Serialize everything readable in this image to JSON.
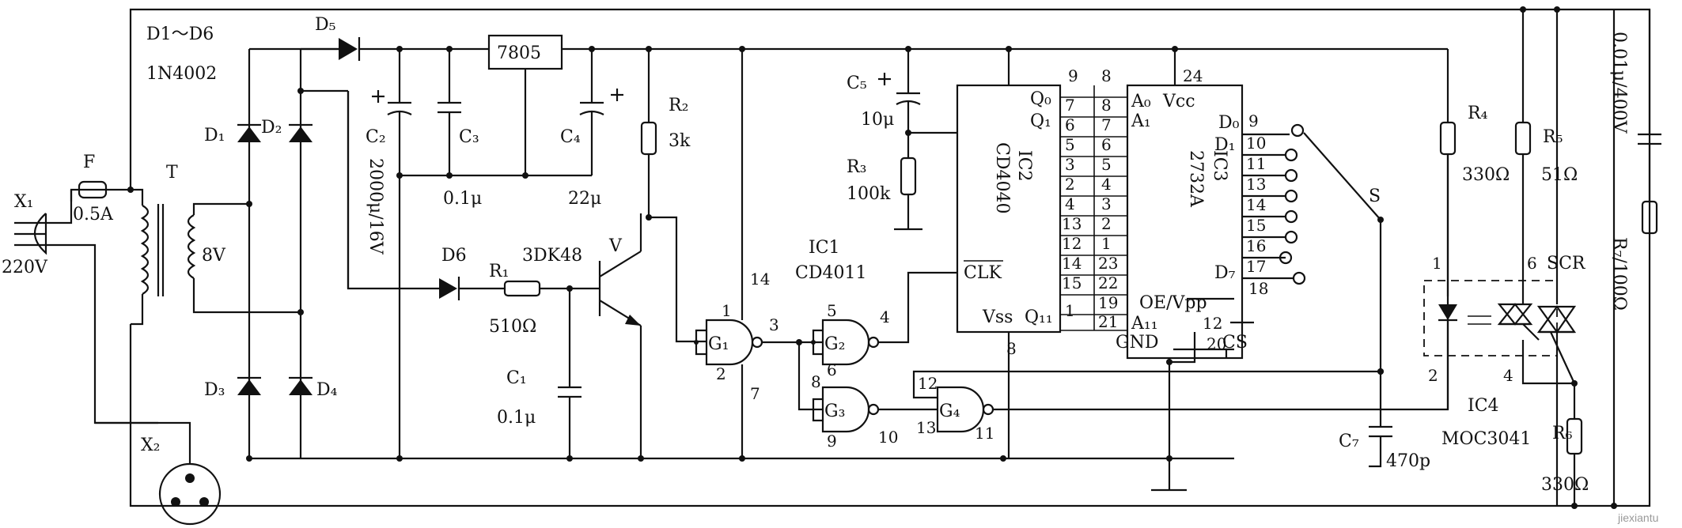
{
  "labels": {
    "d1_d6": "D1～D6",
    "diode_type": "1N4002",
    "fuse": "F",
    "fuse_rating": "0.5A",
    "x1": "X₁",
    "mains": "220V",
    "x2": "X₂",
    "transformer": "T",
    "secondary": "8V",
    "d1": "D₁",
    "d2": "D₂",
    "d3": "D₃",
    "d4": "D₄",
    "d5": "D₅",
    "d6": "D6",
    "reg": "7805",
    "c2": "C₂",
    "c2_val": "2000μ/16V",
    "c3": "C₃",
    "c3_val": "0.1μ",
    "c4": "C₄",
    "c4_val": "22μ",
    "r1": "R₁",
    "r1_val": "510Ω",
    "r2": "R₂",
    "r2_val": "3k",
    "transistor_type": "3DK48",
    "transistor": "V",
    "c1": "C₁",
    "c1_val": "0.1μ",
    "ic1": "IC1",
    "ic1_type": "CD4011",
    "g1": "G₁",
    "g2": "G₂",
    "g3": "G₃",
    "g4": "G₄",
    "c5": "C₅",
    "c5_val": "10μ",
    "r3": "R₃",
    "r3_val": "100k",
    "ic2": "IC2",
    "ic2_type": "CD4040",
    "clk": "CLK",
    "vss": "Vss",
    "q11": "Q₁₁",
    "q0": "Q₀",
    "q1": "Q₁",
    "ic3": "IC3",
    "ic3_type": "2732A",
    "a0": "A₀",
    "a1": "A₁",
    "vcc": "Vcc",
    "a11": "A₁₁",
    "oe_vpp": "OE/Vpp",
    "gnd": "GND",
    "cs": "CS",
    "d0_out": "D₀",
    "d1_out": "D₁",
    "d7_out": "D₇",
    "switch": "S",
    "c7": "C₇",
    "c7_val": "470p",
    "r4": "R₄",
    "r4_val": "330Ω",
    "r5": "R₅",
    "r5_val": "51Ω",
    "r6": "R₆",
    "r6_val": "330Ω",
    "r7_val": "R₇/100Ω",
    "cap_val": "0.01μ/400V",
    "ic4": "IC4",
    "ic4_type": "MOC3041",
    "scr": "SCR",
    "watermark": "jiexiantu"
  },
  "pins": {
    "g1_in": "1",
    "g1_in2": "2",
    "g1_out": "3",
    "g1_vdd": "14",
    "g1_vss": "7",
    "g2_in": "5",
    "g2_in2": "6",
    "g2_out": "4",
    "g3_in": "8",
    "g3_in2": "9",
    "g3_out": "10",
    "g4_in": "12",
    "g4_in2": "13",
    "g4_out": "11",
    "ic2_top": [
      "9",
      "8"
    ],
    "ic2_q": [
      "7",
      "6",
      "5",
      "3",
      "2",
      "4",
      "13",
      "12",
      "14",
      "15",
      "1"
    ],
    "ic2_vss": "8",
    "ic3_a": [
      "8",
      "7",
      "6",
      "5",
      "4",
      "3",
      "2",
      "1",
      "23",
      "22",
      "19",
      "21"
    ],
    "ic3_vcc": "24",
    "ic3_d": [
      "9",
      "10",
      "11",
      "13",
      "14",
      "15",
      "16",
      "17"
    ],
    "ic3_oe": "18",
    "ic3_gnd": "12",
    "ic3_cs": "20",
    "ic4_pins": [
      "1",
      "2",
      "6",
      "4"
    ]
  }
}
